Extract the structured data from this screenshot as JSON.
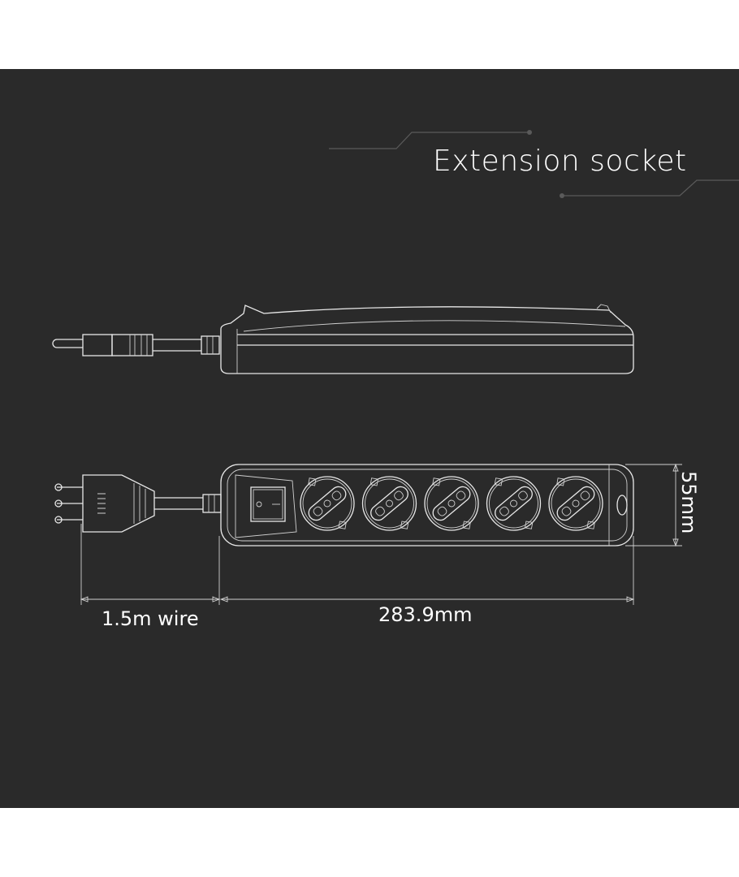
{
  "title": "Extension socket",
  "dimensions": {
    "wire_length": "1.5m wire",
    "length": "283.9mm",
    "width": "55mm"
  },
  "socket_count": 5,
  "colors": {
    "background": "#2a2a2a",
    "line": "#e8e8e8",
    "page": "#ffffff"
  }
}
